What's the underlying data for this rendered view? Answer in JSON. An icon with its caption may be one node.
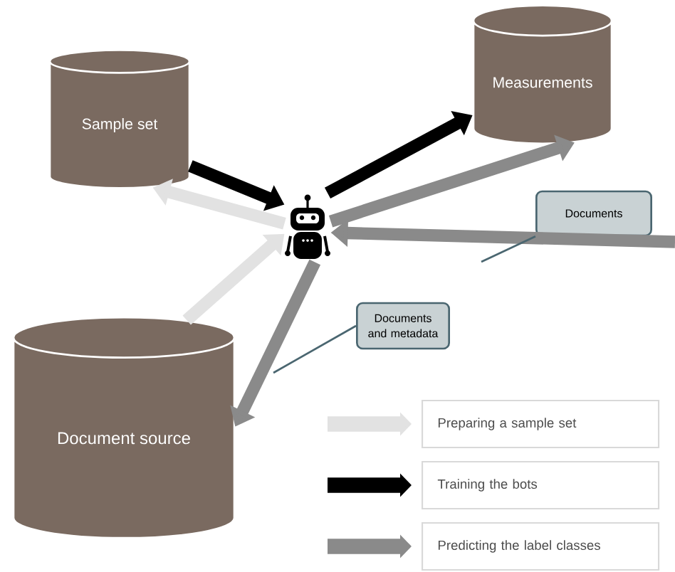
{
  "diagram": {
    "nodes": [
      {
        "text": [
          "Sample set"
        ]
      },
      {
        "text": [
          "Measurements"
        ]
      },
      {
        "text": [],
        "shape": "robot"
      },
      {
        "text": [
          "Document source"
        ]
      },
      {
        "text": [
          "Documents"
        ]
      },
      {
        "text": [
          "Documents and metadata"
        ]
      }
    ],
    "edges": [
      {
        "from": 0,
        "to": 2,
        "arrow": "to",
        "color": "#000000"
      },
      {
        "from": 2,
        "to": 1,
        "arrow": "to",
        "color": "#000000"
      },
      {
        "from": 2,
        "to": 0,
        "arrow": "to",
        "color": "#e2e2e2"
      },
      {
        "from": 3,
        "to": 2,
        "arrow": "to",
        "color": "#e2e2e2"
      },
      {
        "from": 2,
        "to": 1,
        "arrow": "to",
        "color": "#8a8a8a"
      },
      {
        "from": null,
        "to": 2,
        "arrow": "to",
        "color": "#8a8a8a"
      },
      {
        "from": 2,
        "to": 3,
        "arrow": "to",
        "color": "#8a8a8a"
      },
      {
        "from": 4,
        "to": null,
        "arrow": "none",
        "color": "#4a6670"
      },
      {
        "from": 5,
        "to": null,
        "arrow": "none",
        "color": "#4a6670"
      }
    ],
    "legend": [
      {
        "text": "Preparing a sample set",
        "color": "#e2e2e2"
      },
      {
        "text": "Training the bots",
        "color": "#000000"
      },
      {
        "text": "Predicting the label classes",
        "color": "#8a8a8a"
      }
    ]
  }
}
